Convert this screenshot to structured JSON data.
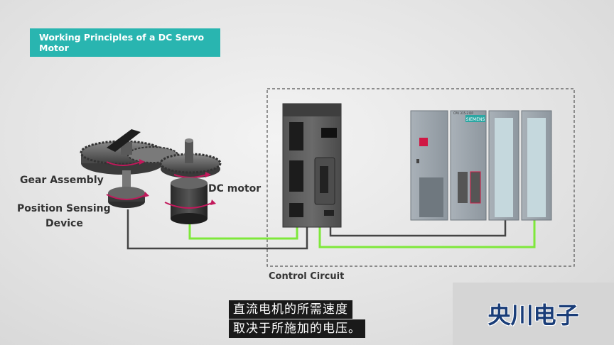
{
  "title": "Working Principles of a DC Servo Motor",
  "labels": {
    "gear_assembly": "Gear Assembly",
    "position_sensing": "Position Sensing",
    "device": "Device",
    "dc_motor": "DC motor",
    "control_circuit": "Control Circuit"
  },
  "plc": {
    "cpu_label": "CPU 315-2 DP",
    "brand": "SIEMENS"
  },
  "subtitles": {
    "line1": "直流电机的所需速度",
    "line2": "取决于所施加的电压。"
  },
  "watermark": "央川电子",
  "colors": {
    "accent": "#29b5b0",
    "signal_wire": "#7ee83a",
    "power_wire": "#444444",
    "rotation_arrow": "#c2185b"
  }
}
